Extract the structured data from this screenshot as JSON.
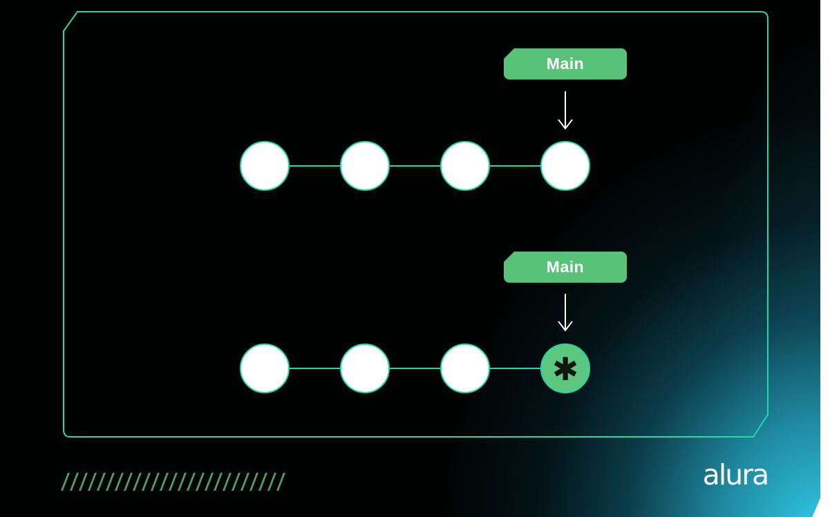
{
  "page": {
    "logo_text": "alura"
  },
  "colors": {
    "background": "#010302",
    "accent_teal": "#1edaa6",
    "badge_green": "#57c278",
    "head_circle_green": "#5ec77f",
    "commit_fill": "#ffffff",
    "hatch_green": "#4f9f63",
    "glow_cyan": "#31cce9",
    "arrow_white": "#ffffff",
    "asterisk_dark": "#0e180f"
  },
  "diagram": {
    "rows": [
      {
        "branch_label": "Main",
        "commit_count": 4,
        "head_index": 3,
        "head_symbol": ""
      },
      {
        "branch_label": "Main",
        "commit_count": 4,
        "head_index": 3,
        "head_symbol": "✱"
      }
    ]
  },
  "decor": {
    "hatch_count": 25
  }
}
